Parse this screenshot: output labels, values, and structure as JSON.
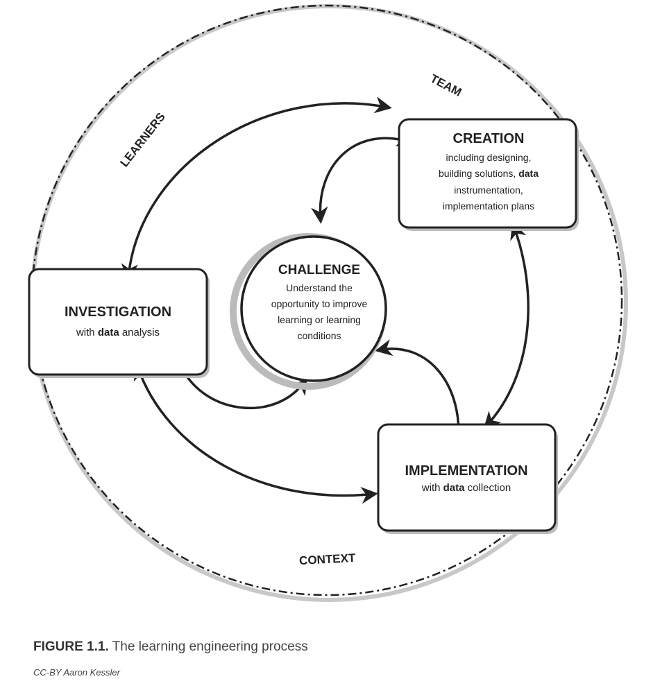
{
  "diagram": {
    "ring_labels": {
      "learners": "LEARNERS",
      "team": "TEAM",
      "context": "CONTEXT"
    },
    "challenge": {
      "title": "CHALLENGE",
      "lines": [
        "Understand the",
        "opportunity to improve",
        "learning or learning",
        "conditions"
      ]
    },
    "investigation": {
      "title": "INVESTIGATION",
      "line_pre": "with ",
      "line_bold": "data",
      "line_post": " analysis"
    },
    "creation": {
      "title": "CREATION",
      "line1": "including designing,",
      "line2_pre": "building solutions, ",
      "line2_bold": "data",
      "line3": "instrumentation,",
      "line4": "implementation plans"
    },
    "implementation": {
      "title": "IMPLEMENTATION",
      "line_pre": "with ",
      "line_bold": "data",
      "line_post": " collection"
    }
  },
  "caption": {
    "label": "FIGURE 1.1.",
    "text": " The learning engineering process",
    "credit": "CC-BY Aaron Kessler"
  },
  "colors": {
    "ink": "#222222",
    "shadow": "#b5b5b5"
  }
}
